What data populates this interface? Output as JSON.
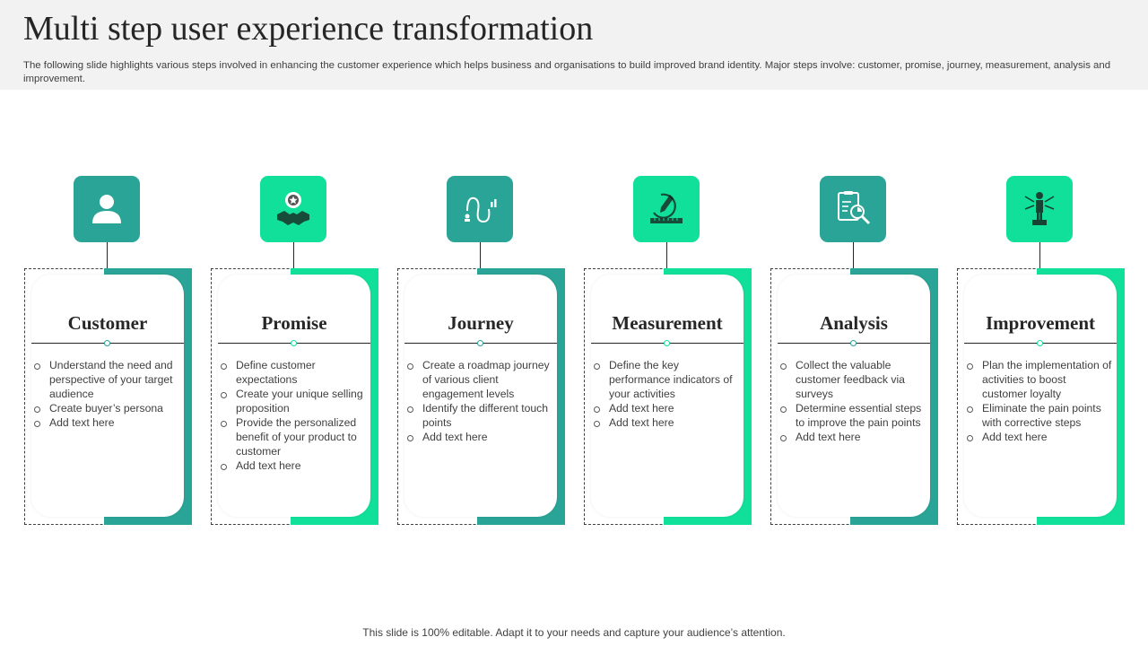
{
  "title": "Multi step user experience transformation",
  "subtitle": "The following slide highlights various steps involved in enhancing the customer experience which helps business and organisations to build improved brand identity. Major steps involve: customer, promise, journey, measurement, analysis and improvement.",
  "colors": {
    "teal": "#2aa497",
    "green": "#11e09a",
    "background": "#f2f2f2"
  },
  "steps": [
    {
      "title": "Customer",
      "icon": "user-icon",
      "color": "#2aa497",
      "bullets": [
        "Understand the need and perspective of your target audience",
        "Create buyer’s persona",
        "Add text here"
      ]
    },
    {
      "title": "Promise",
      "icon": "handshake-icon",
      "color": "#11e09a",
      "bullets": [
        "Define customer expectations",
        "Create your unique selling proposition",
        "Provide the personalized benefit of your product to customer",
        "Add text here"
      ]
    },
    {
      "title": "Journey",
      "icon": "journey-path-icon",
      "color": "#2aa497",
      "bullets": [
        "Create a roadmap journey of various client engagement levels",
        "Identify the different touch points",
        "Add text here"
      ]
    },
    {
      "title": "Measurement",
      "icon": "measurement-icon",
      "color": "#11e09a",
      "bullets": [
        "Define the key performance indicators of your activities",
        "Add text here",
        "Add text here"
      ]
    },
    {
      "title": "Analysis",
      "icon": "analysis-report-icon",
      "color": "#2aa497",
      "bullets": [
        "Collect the valuable customer feedback via surveys",
        "Determine essential steps to improve the pain points",
        "Add text here"
      ]
    },
    {
      "title": "Improvement",
      "icon": "improvement-trophy-icon",
      "color": "#11e09a",
      "bullets": [
        "Plan the implementation of activities to boost customer loyalty",
        "Eliminate the pain points with corrective steps",
        "Add text here"
      ]
    }
  ],
  "footer": "This slide is 100% editable. Adapt it to your needs and capture your audience’s attention."
}
